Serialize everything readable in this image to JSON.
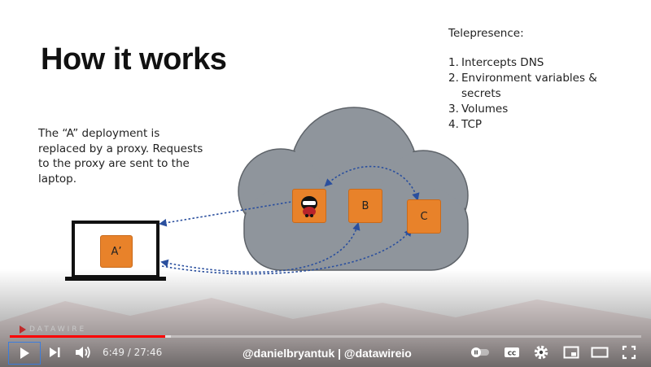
{
  "slide": {
    "title": "How it works",
    "description": "The “A” deployment is replaced by a proxy. Requests to the proxy are sent to the laptop.",
    "telepresence_heading": "Telepresence:",
    "telepresence_items": [
      {
        "num": "1.",
        "text": "Intercepts DNS"
      },
      {
        "num": "2.",
        "text": "Environment variables & secrets"
      },
      {
        "num": "3.",
        "text": "Volumes"
      },
      {
        "num": "4.",
        "text": "TCP"
      }
    ],
    "laptop_box_label": "A’",
    "box_b_label": "B",
    "box_c_label": "C",
    "colors": {
      "box": "#e8822a",
      "cloud": "#8f959c",
      "arrow": "#2a4f9e"
    },
    "proxy_icon": "telepresence-mascot-icon"
  },
  "player": {
    "brand": "DATAWIRE",
    "time_current": "6:49",
    "time_total": "27:46",
    "time_separator": " / ",
    "handle": "@danielbryantuk | @datawireio",
    "progress_played_fraction": 0.246,
    "progress_loaded_fraction": 0.255,
    "icons": [
      "play-icon",
      "next-icon",
      "volume-icon",
      "autoplay-toggle-icon",
      "captions-icon",
      "settings-icon",
      "miniplayer-icon",
      "theater-mode-icon",
      "fullscreen-icon"
    ]
  }
}
